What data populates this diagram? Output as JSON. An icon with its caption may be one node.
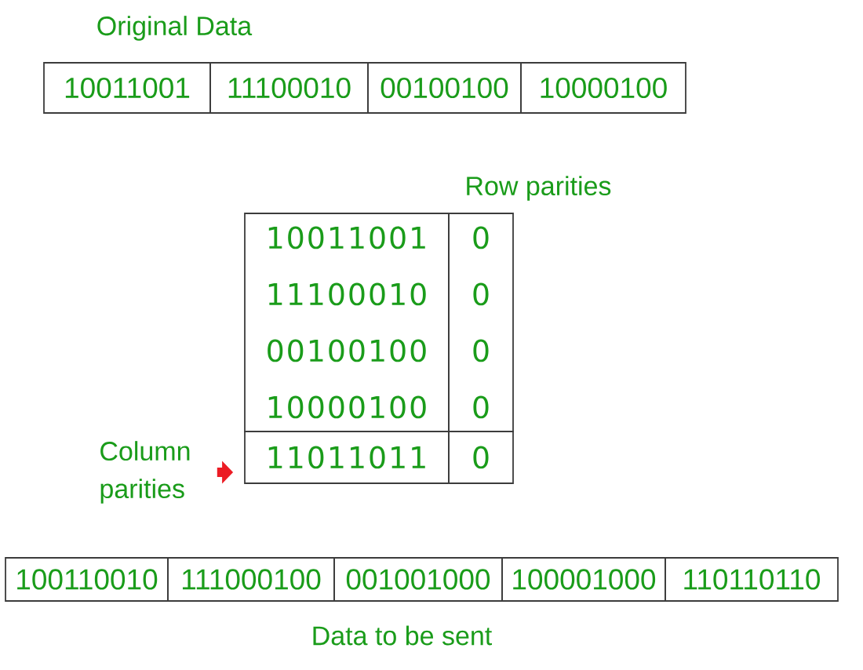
{
  "diagram": {
    "nodes": [
      {
        "text": [
          "10011001"
        ]
      },
      {
        "text": [
          "11100010"
        ]
      },
      {
        "text": [
          "00100100"
        ]
      },
      {
        "text": [
          "10000100"
        ]
      },
      {
        "text": [
          "10011001",
          "11100010",
          "00100100",
          "10000100"
        ]
      },
      {
        "text": [
          "0",
          "0",
          "0",
          "0"
        ]
      },
      {
        "text": [
          "11011011"
        ]
      },
      {
        "text": [
          "0"
        ]
      },
      {
        "text": [
          "Column parities"
        ]
      },
      {
        "text": [
          "100110010"
        ]
      },
      {
        "text": [
          "111000100"
        ]
      },
      {
        "text": [
          "001001000"
        ]
      },
      {
        "text": [
          "100001000"
        ]
      },
      {
        "text": [
          "110110110"
        ]
      }
    ],
    "edges": [
      {
        "from": 8,
        "to": 6,
        "arrow": "to",
        "color": "#ec1c24"
      }
    ],
    "labels": [
      "Original Data",
      "Row parities",
      "Data to be sent"
    ]
  }
}
